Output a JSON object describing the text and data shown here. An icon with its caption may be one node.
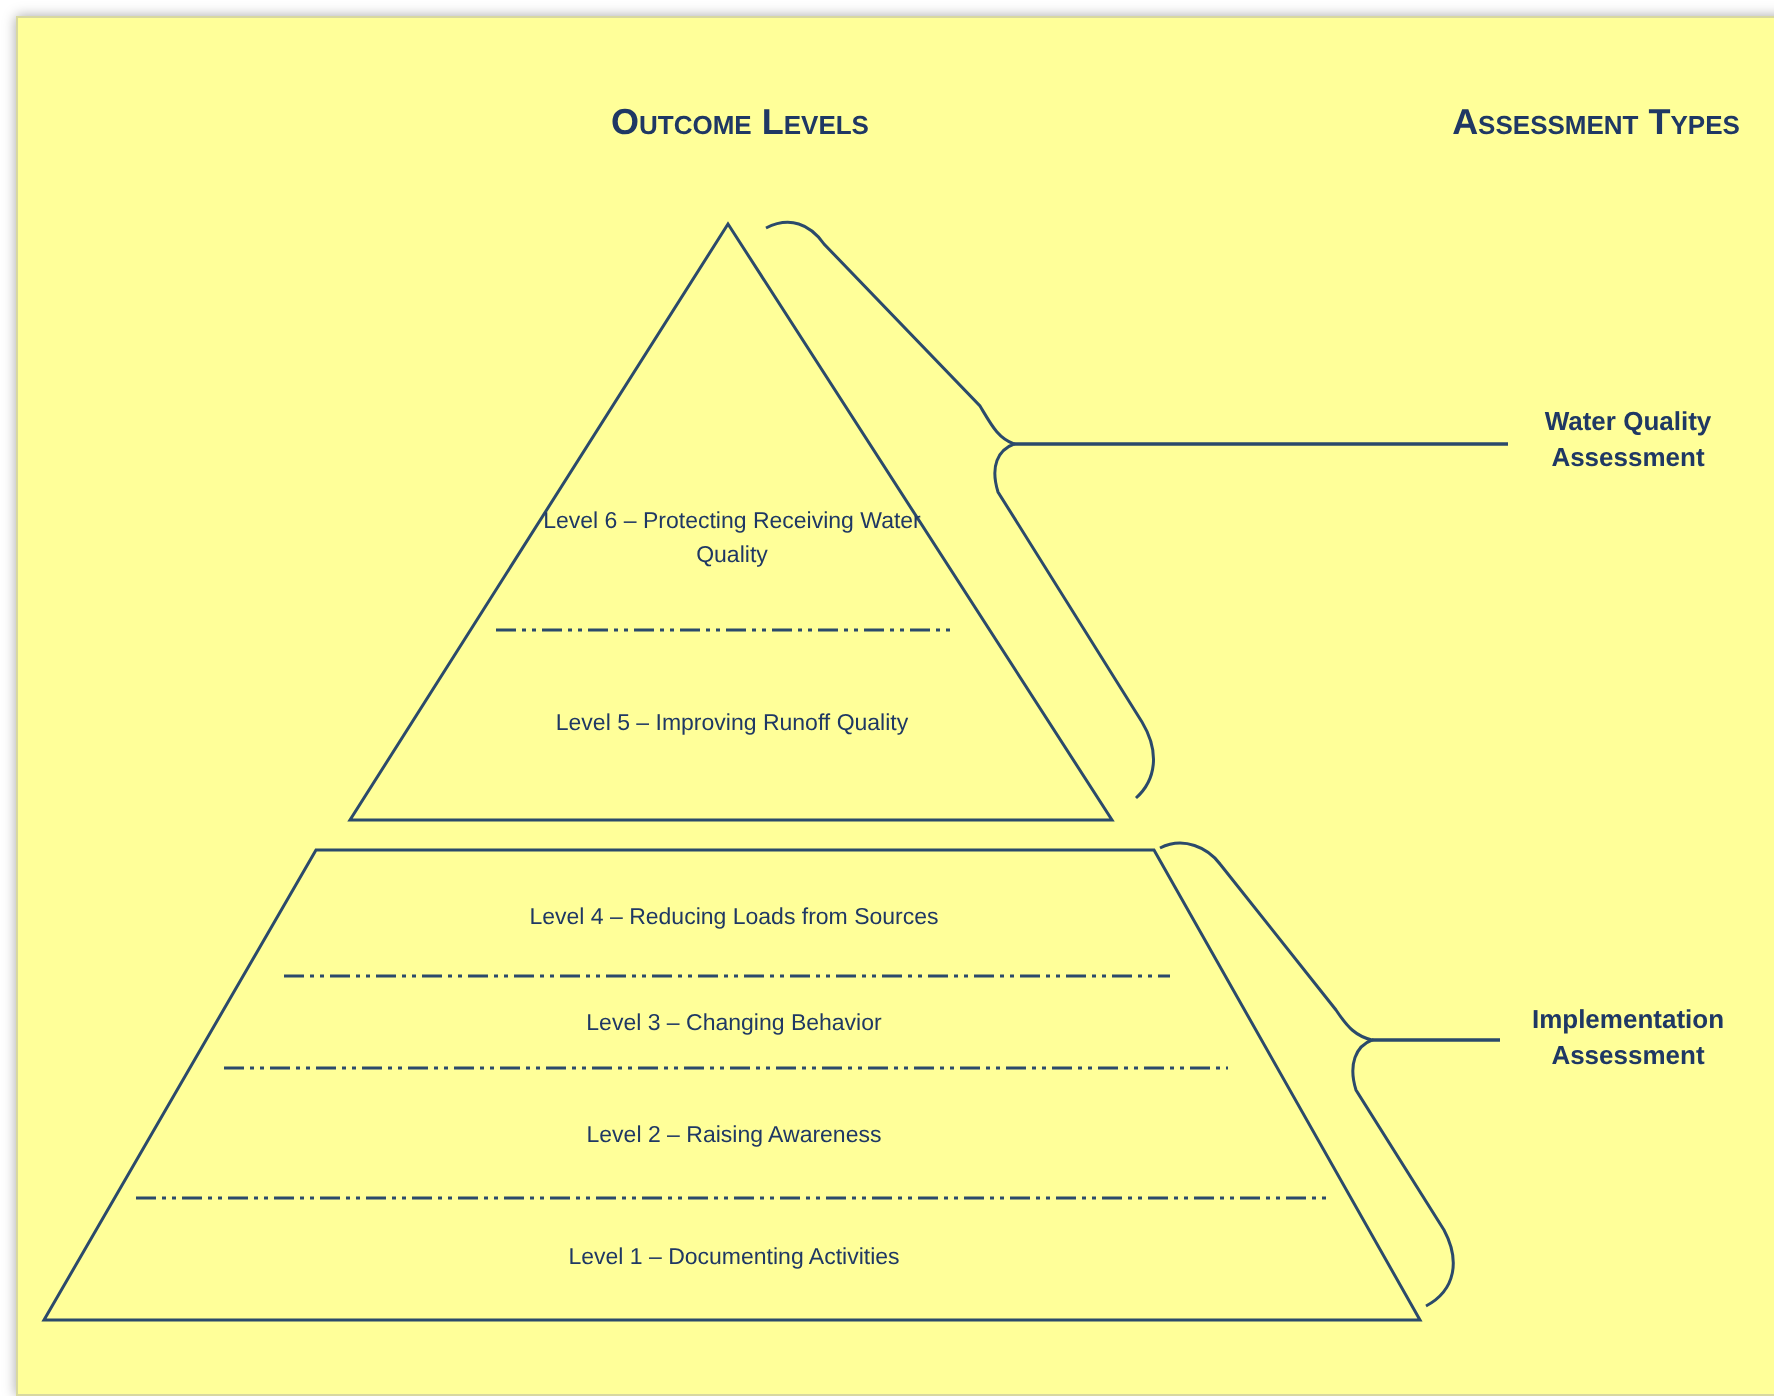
{
  "diagram": {
    "nodes": [
      {
        "text": [],
        "shape": "triangle"
      },
      {
        "text": [
          "Level 6 – Protecting Receiving Water Quality"
        ],
        "in": 0
      },
      {
        "text": [
          "Level 5 – Improving Runoff Quality"
        ],
        "in": 0
      },
      {
        "text": [],
        "shape": "trapezoid"
      },
      {
        "text": [
          "Level 4 – Reducing Loads from Sources"
        ],
        "in": 3
      },
      {
        "text": [
          "Level 3 – Changing Behavior"
        ],
        "in": 3
      },
      {
        "text": [
          "Level 2 – Raising Awareness"
        ],
        "in": 3
      },
      {
        "text": [
          "Level 1 – Documenting Activities"
        ],
        "in": 3
      },
      {
        "text": [],
        "shape": "brace"
      },
      {
        "text": [],
        "shape": "brace"
      },
      {
        "text": [
          "Water Quality Assessment"
        ]
      },
      {
        "text": [
          "Implementation Assessment"
        ]
      }
    ],
    "edges": [
      {
        "from": 8,
        "to": 10,
        "arrow": "none"
      },
      {
        "from": 9,
        "to": 11,
        "arrow": "none"
      }
    ],
    "labels": [
      "Outcome Levels",
      "Assessment Types"
    ]
  }
}
